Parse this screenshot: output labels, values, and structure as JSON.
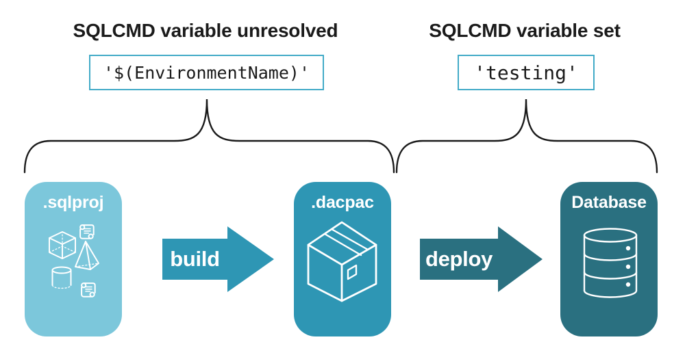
{
  "canvas": {
    "background": "#ffffff"
  },
  "annotations": {
    "left": {
      "title": "SQLCMD variable unresolved",
      "code": "'$(EnvironmentName)'"
    },
    "right": {
      "title": "SQLCMD variable set",
      "code": "'testing'"
    }
  },
  "pipeline": {
    "stages": [
      {
        "id": "sqlproj",
        "label": ".sqlproj",
        "color": "#7cc7db",
        "icon": "sql-project-objects-icon"
      },
      {
        "id": "dacpac",
        "label": ".dacpac",
        "color": "#2e96b4",
        "icon": "package-box-icon"
      },
      {
        "id": "database",
        "label": "Database",
        "color": "#2a7080",
        "icon": "database-cylinder-icon"
      }
    ],
    "arrows": [
      {
        "id": "build",
        "label": "build",
        "color": "#2e96b4"
      },
      {
        "id": "deploy",
        "label": "deploy",
        "color": "#2a7080"
      }
    ]
  },
  "colors": {
    "code_box_border": "#41aac7",
    "brace": "#1a1a1a",
    "heading_text": "#1a1a1a",
    "stage_text": "#ffffff"
  }
}
